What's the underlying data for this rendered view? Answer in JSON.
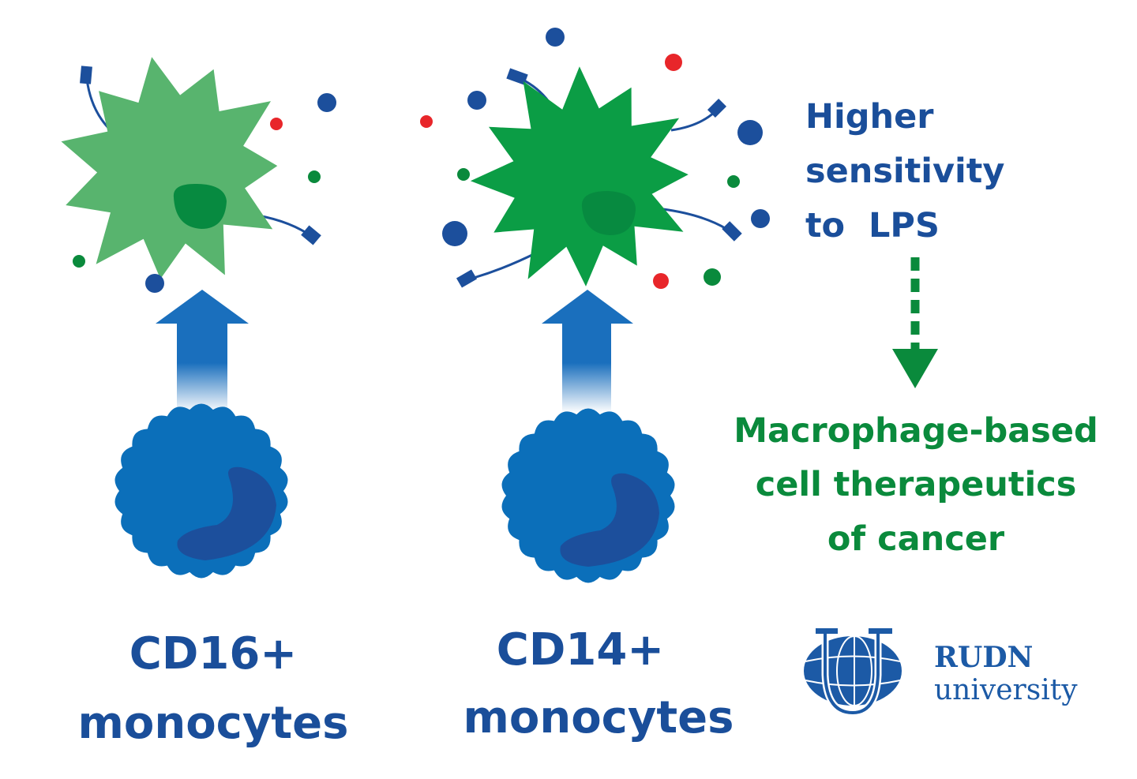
{
  "colors": {
    "macrophage_light": "#58b46e",
    "macrophage_dark": "#0b9d45",
    "nucleus_green": "#078a40",
    "monocyte": "#0b6fba",
    "monocyte_nucleus": "#1c4f9c",
    "text_blue": "#1a4e9a",
    "text_green": "#0a8a3c",
    "red_particle": "#e8262a",
    "green_particle": "#0a8a3c",
    "blue_particle": "#1c4f9c"
  },
  "left": {
    "name_line1": "CD16+",
    "name_line2": "monocytes"
  },
  "right": {
    "name_line1": "CD14+",
    "name_line2": "monocytes"
  },
  "sensitivity": {
    "lines": [
      "Higher",
      "sensitivity",
      "to  LPS"
    ]
  },
  "outcome": {
    "lines": [
      "Macrophage-based",
      "cell therapeutics",
      "of cancer"
    ]
  },
  "logo": {
    "line1": "RUDN",
    "line2": "university"
  }
}
